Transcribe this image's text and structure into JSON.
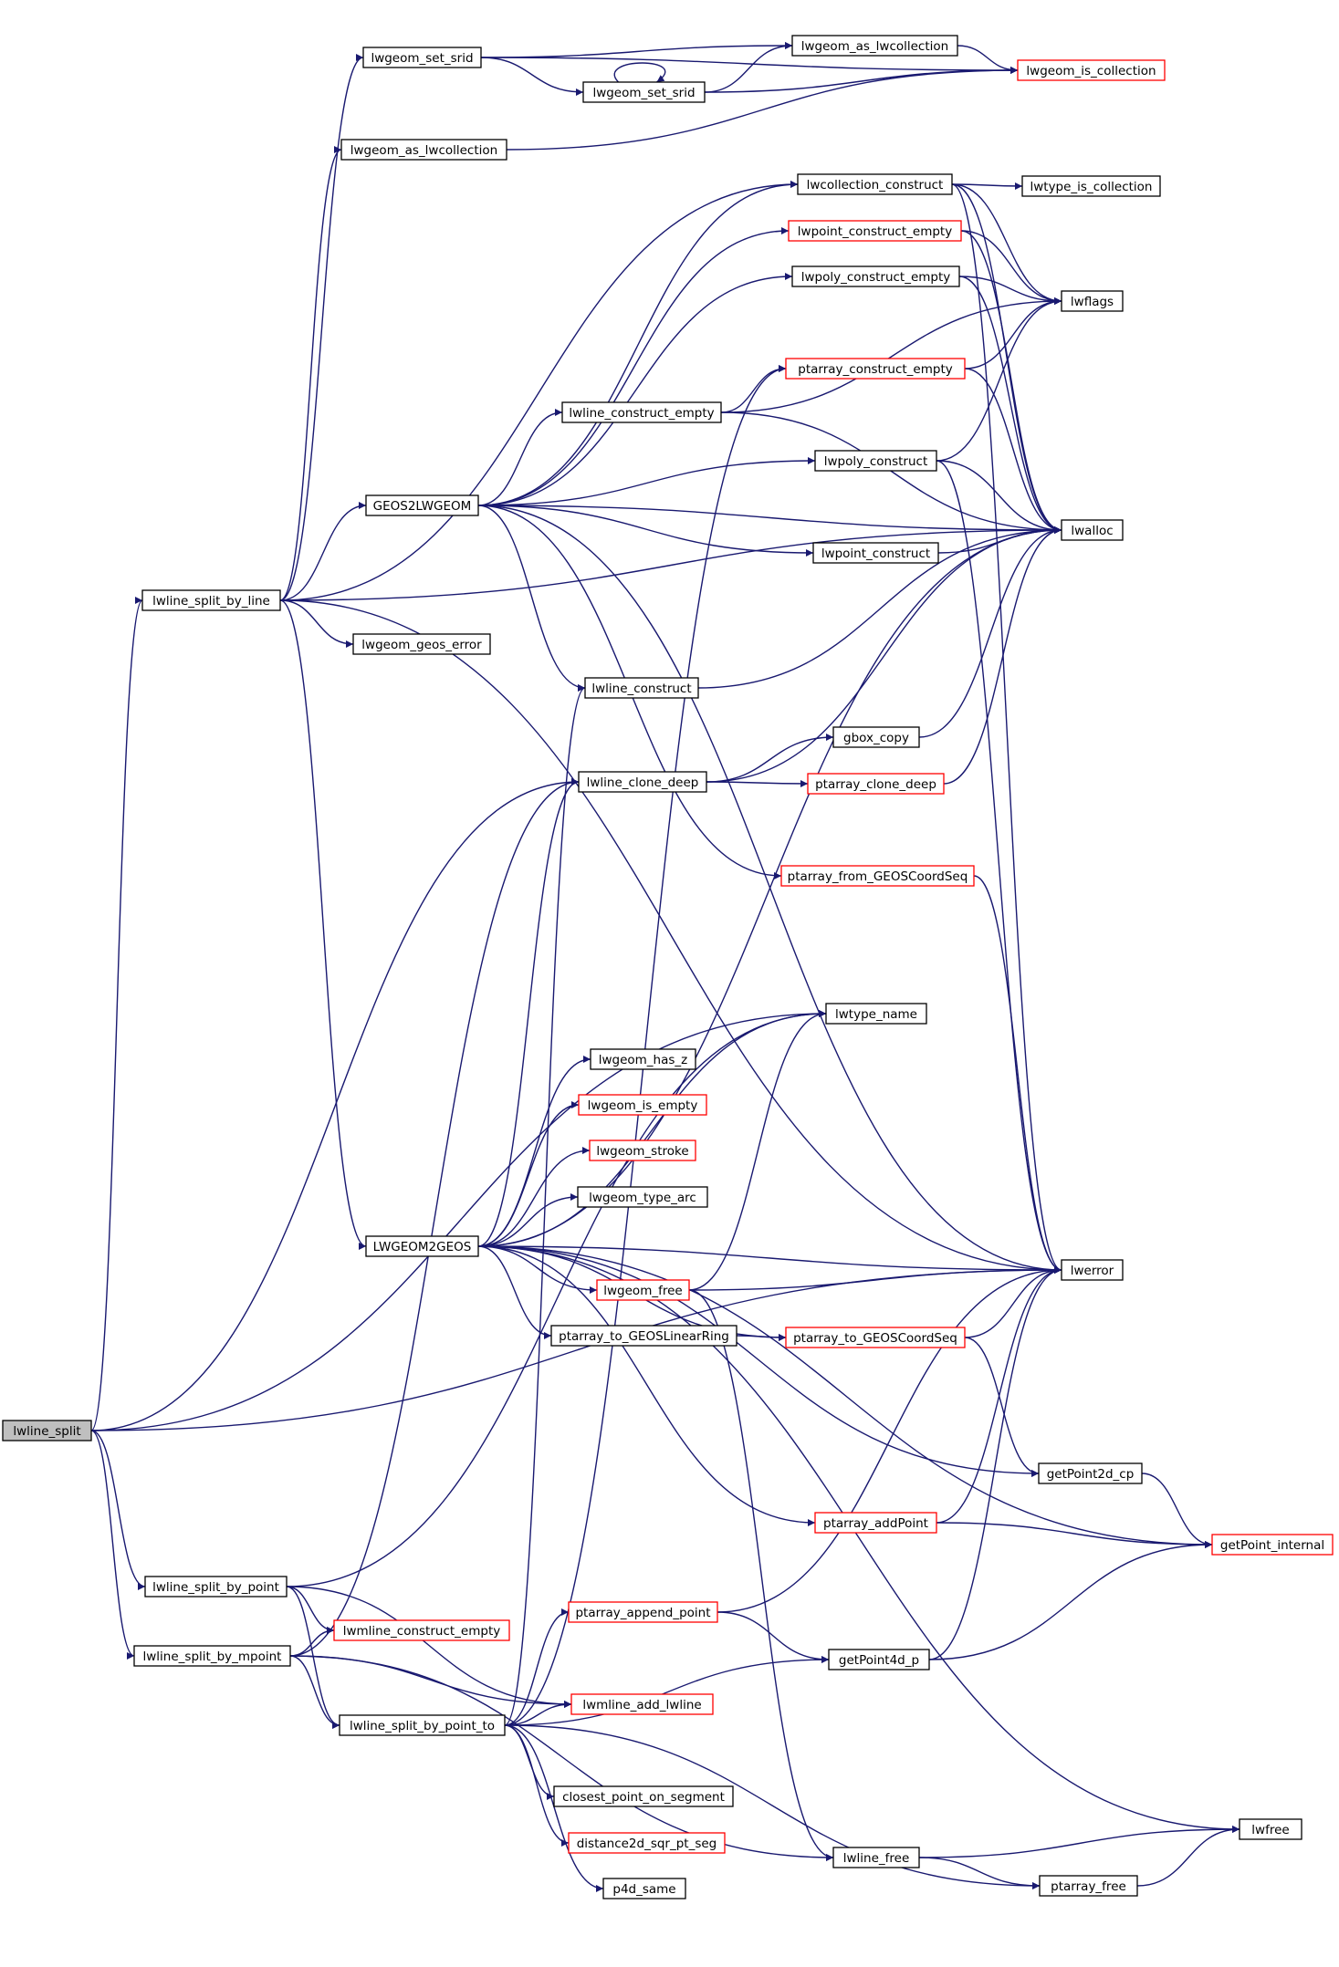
{
  "colors": {
    "edge": "#191970",
    "node_border": "#000000",
    "node_border_truncated": "#ff0000",
    "node_fill": "#ffffff",
    "focus_fill": "#bfbfbf"
  },
  "nodes": [
    {
      "id": "lwline_split",
      "label": "lwline_split",
      "style": "focus"
    },
    {
      "id": "lwline_split_by_line",
      "label": "lwline_split_by_line",
      "style": "normal"
    },
    {
      "id": "lwline_split_by_point",
      "label": "lwline_split_by_point",
      "style": "normal"
    },
    {
      "id": "lwline_split_by_mpoint",
      "label": "lwline_split_by_mpoint",
      "style": "normal"
    },
    {
      "id": "lwgeom_set_srid_a",
      "label": "lwgeom_set_srid",
      "style": "normal"
    },
    {
      "id": "lwgeom_as_lwcollection_a",
      "label": "lwgeom_as_lwcollection",
      "style": "normal"
    },
    {
      "id": "GEOS2LWGEOM",
      "label": "GEOS2LWGEOM",
      "style": "normal"
    },
    {
      "id": "lwgeom_geos_error",
      "label": "lwgeom_geos_error",
      "style": "normal"
    },
    {
      "id": "LWGEOM2GEOS",
      "label": "LWGEOM2GEOS",
      "style": "normal"
    },
    {
      "id": "lwmline_construct_empty",
      "label": "lwmline_construct_empty",
      "style": "truncated"
    },
    {
      "id": "lwline_split_by_point_to",
      "label": "lwline_split_by_point_to",
      "style": "normal"
    },
    {
      "id": "lwgeom_set_srid_b",
      "label": "lwgeom_set_srid",
      "style": "normal"
    },
    {
      "id": "lwline_construct_empty",
      "label": "lwline_construct_empty",
      "style": "normal"
    },
    {
      "id": "lwline_construct",
      "label": "lwline_construct",
      "style": "normal"
    },
    {
      "id": "lwline_clone_deep",
      "label": "lwline_clone_deep",
      "style": "normal"
    },
    {
      "id": "lwgeom_has_z",
      "label": "lwgeom_has_z",
      "style": "normal"
    },
    {
      "id": "lwgeom_is_empty",
      "label": "lwgeom_is_empty",
      "style": "truncated"
    },
    {
      "id": "lwgeom_stroke",
      "label": "lwgeom_stroke",
      "style": "truncated"
    },
    {
      "id": "lwgeom_type_arc",
      "label": "lwgeom_type_arc",
      "style": "normal"
    },
    {
      "id": "lwgeom_free",
      "label": "lwgeom_free",
      "style": "truncated"
    },
    {
      "id": "ptarray_to_GEOSLinearRing",
      "label": "ptarray_to_GEOSLinearRing",
      "style": "normal"
    },
    {
      "id": "ptarray_append_point",
      "label": "ptarray_append_point",
      "style": "truncated"
    },
    {
      "id": "lwmline_add_lwline",
      "label": "lwmline_add_lwline",
      "style": "truncated"
    },
    {
      "id": "closest_point_on_segment",
      "label": "closest_point_on_segment",
      "style": "normal"
    },
    {
      "id": "distance2d_sqr_pt_seg",
      "label": "distance2d_sqr_pt_seg",
      "style": "truncated"
    },
    {
      "id": "p4d_same",
      "label": "p4d_same",
      "style": "normal"
    },
    {
      "id": "lwgeom_as_lwcollection_b",
      "label": "lwgeom_as_lwcollection",
      "style": "normal"
    },
    {
      "id": "lwcollection_construct",
      "label": "lwcollection_construct",
      "style": "normal"
    },
    {
      "id": "lwpoint_construct_empty",
      "label": "lwpoint_construct_empty",
      "style": "truncated"
    },
    {
      "id": "lwpoly_construct_empty",
      "label": "lwpoly_construct_empty",
      "style": "normal"
    },
    {
      "id": "ptarray_construct_empty",
      "label": "ptarray_construct_empty",
      "style": "truncated"
    },
    {
      "id": "lwpoly_construct",
      "label": "lwpoly_construct",
      "style": "normal"
    },
    {
      "id": "lwpoint_construct",
      "label": "lwpoint_construct",
      "style": "normal"
    },
    {
      "id": "gbox_copy",
      "label": "gbox_copy",
      "style": "normal"
    },
    {
      "id": "ptarray_clone_deep",
      "label": "ptarray_clone_deep",
      "style": "truncated"
    },
    {
      "id": "ptarray_from_GEOSCoordSeq",
      "label": "ptarray_from_GEOSCoordSeq",
      "style": "truncated"
    },
    {
      "id": "lwtype_name",
      "label": "lwtype_name",
      "style": "normal"
    },
    {
      "id": "ptarray_to_GEOSCoordSeq",
      "label": "ptarray_to_GEOSCoordSeq",
      "style": "truncated"
    },
    {
      "id": "ptarray_addPoint",
      "label": "ptarray_addPoint",
      "style": "truncated"
    },
    {
      "id": "getPoint4d_p",
      "label": "getPoint4d_p",
      "style": "normal"
    },
    {
      "id": "lwline_free",
      "label": "lwline_free",
      "style": "normal"
    },
    {
      "id": "ptarray_free",
      "label": "ptarray_free",
      "style": "normal"
    },
    {
      "id": "lwgeom_is_collection",
      "label": "lwgeom_is_collection",
      "style": "truncated"
    },
    {
      "id": "lwtype_is_collection",
      "label": "lwtype_is_collection",
      "style": "normal"
    },
    {
      "id": "lwflags",
      "label": "lwflags",
      "style": "normal"
    },
    {
      "id": "lwalloc",
      "label": "lwalloc",
      "style": "normal"
    },
    {
      "id": "lwerror",
      "label": "lwerror",
      "style": "normal"
    },
    {
      "id": "getPoint2d_cp",
      "label": "getPoint2d_cp",
      "style": "normal"
    },
    {
      "id": "getPoint_internal",
      "label": "getPoint_internal",
      "style": "truncated"
    },
    {
      "id": "lwfree",
      "label": "lwfree",
      "style": "normal"
    }
  ],
  "edges": [
    [
      "lwline_split",
      "lwline_split_by_line"
    ],
    [
      "lwline_split",
      "lwline_clone_deep"
    ],
    [
      "lwline_split",
      "lwtype_name"
    ],
    [
      "lwline_split",
      "lwerror"
    ],
    [
      "lwline_split",
      "lwline_split_by_point"
    ],
    [
      "lwline_split",
      "lwline_split_by_mpoint"
    ],
    [
      "lwline_split_by_line",
      "lwgeom_set_srid_a"
    ],
    [
      "lwline_split_by_line",
      "lwgeom_as_lwcollection_a"
    ],
    [
      "lwline_split_by_line",
      "lwcollection_construct"
    ],
    [
      "lwline_split_by_line",
      "GEOS2LWGEOM"
    ],
    [
      "lwline_split_by_line",
      "lwalloc"
    ],
    [
      "lwline_split_by_line",
      "lwgeom_geos_error"
    ],
    [
      "lwline_split_by_line",
      "lwerror"
    ],
    [
      "lwline_split_by_line",
      "LWGEOM2GEOS"
    ],
    [
      "lwline_split_by_point",
      "lwtype_name"
    ],
    [
      "lwline_split_by_point",
      "lwmline_construct_empty"
    ],
    [
      "lwline_split_by_point",
      "lwmline_add_lwline"
    ],
    [
      "lwline_split_by_point",
      "lwline_split_by_point_to"
    ],
    [
      "lwline_split_by_mpoint",
      "lwline_clone_deep"
    ],
    [
      "lwline_split_by_mpoint",
      "lwmline_construct_empty"
    ],
    [
      "lwline_split_by_mpoint",
      "lwmline_add_lwline"
    ],
    [
      "lwline_split_by_mpoint",
      "lwline_split_by_point_to"
    ],
    [
      "lwline_split_by_mpoint",
      "lwline_free"
    ],
    [
      "lwgeom_set_srid_a",
      "lwgeom_as_lwcollection_b"
    ],
    [
      "lwgeom_set_srid_a",
      "lwgeom_set_srid_b"
    ],
    [
      "lwgeom_set_srid_a",
      "lwgeom_is_collection"
    ],
    [
      "lwgeom_set_srid_b",
      "lwgeom_set_srid_b"
    ],
    [
      "lwgeom_set_srid_b",
      "lwgeom_as_lwcollection_b"
    ],
    [
      "lwgeom_set_srid_b",
      "lwgeom_is_collection"
    ],
    [
      "lwgeom_as_lwcollection_b",
      "lwgeom_is_collection"
    ],
    [
      "lwgeom_as_lwcollection_a",
      "lwgeom_is_collection"
    ],
    [
      "lwcollection_construct",
      "lwtype_is_collection"
    ],
    [
      "lwcollection_construct",
      "lwflags"
    ],
    [
      "lwcollection_construct",
      "lwalloc"
    ],
    [
      "lwcollection_construct",
      "lwerror"
    ],
    [
      "lwpoint_construct_empty",
      "lwflags"
    ],
    [
      "lwpoint_construct_empty",
      "lwalloc"
    ],
    [
      "lwpoly_construct_empty",
      "lwflags"
    ],
    [
      "lwpoly_construct_empty",
      "lwalloc"
    ],
    [
      "ptarray_construct_empty",
      "lwflags"
    ],
    [
      "ptarray_construct_empty",
      "lwalloc"
    ],
    [
      "lwline_construct_empty",
      "lwflags"
    ],
    [
      "lwline_construct_empty",
      "ptarray_construct_empty"
    ],
    [
      "lwline_construct_empty",
      "lwalloc"
    ],
    [
      "lwpoly_construct",
      "lwflags"
    ],
    [
      "lwpoly_construct",
      "lwalloc"
    ],
    [
      "lwpoly_construct",
      "lwerror"
    ],
    [
      "lwpoint_construct",
      "lwalloc"
    ],
    [
      "GEOS2LWGEOM",
      "lwcollection_construct"
    ],
    [
      "GEOS2LWGEOM",
      "lwpoint_construct_empty"
    ],
    [
      "GEOS2LWGEOM",
      "lwpoly_construct_empty"
    ],
    [
      "GEOS2LWGEOM",
      "lwline_construct_empty"
    ],
    [
      "GEOS2LWGEOM",
      "lwpoly_construct"
    ],
    [
      "GEOS2LWGEOM",
      "lwalloc"
    ],
    [
      "GEOS2LWGEOM",
      "lwpoint_construct"
    ],
    [
      "GEOS2LWGEOM",
      "lwline_construct"
    ],
    [
      "GEOS2LWGEOM",
      "ptarray_from_GEOSCoordSeq"
    ],
    [
      "GEOS2LWGEOM",
      "lwerror"
    ],
    [
      "lwline_construct",
      "lwalloc"
    ],
    [
      "lwline_clone_deep",
      "gbox_copy"
    ],
    [
      "lwline_clone_deep",
      "ptarray_clone_deep"
    ],
    [
      "lwline_clone_deep",
      "lwalloc"
    ],
    [
      "gbox_copy",
      "lwalloc"
    ],
    [
      "ptarray_clone_deep",
      "lwalloc"
    ],
    [
      "ptarray_from_GEOSCoordSeq",
      "lwerror"
    ],
    [
      "LWGEOM2GEOS",
      "lwtype_name"
    ],
    [
      "LWGEOM2GEOS",
      "lwgeom_has_z"
    ],
    [
      "LWGEOM2GEOS",
      "lwgeom_is_empty"
    ],
    [
      "LWGEOM2GEOS",
      "lwgeom_stroke"
    ],
    [
      "LWGEOM2GEOS",
      "lwgeom_type_arc"
    ],
    [
      "LWGEOM2GEOS",
      "lwerror"
    ],
    [
      "LWGEOM2GEOS",
      "lwgeom_free"
    ],
    [
      "LWGEOM2GEOS",
      "ptarray_to_GEOSLinearRing"
    ],
    [
      "LWGEOM2GEOS",
      "ptarray_to_GEOSCoordSeq"
    ],
    [
      "LWGEOM2GEOS",
      "getPoint2d_cp"
    ],
    [
      "LWGEOM2GEOS",
      "ptarray_addPoint"
    ],
    [
      "LWGEOM2GEOS",
      "getPoint_internal"
    ],
    [
      "LWGEOM2GEOS",
      "lwalloc"
    ],
    [
      "LWGEOM2GEOS",
      "lwline_clone_deep"
    ],
    [
      "LWGEOM2GEOS",
      "lwfree"
    ],
    [
      "lwgeom_free",
      "lwtype_name"
    ],
    [
      "lwgeom_free",
      "lwerror"
    ],
    [
      "lwgeom_free",
      "lwline_free"
    ],
    [
      "ptarray_to_GEOSLinearRing",
      "ptarray_to_GEOSCoordSeq"
    ],
    [
      "ptarray_to_GEOSCoordSeq",
      "lwerror"
    ],
    [
      "ptarray_to_GEOSCoordSeq",
      "getPoint2d_cp"
    ],
    [
      "getPoint2d_cp",
      "getPoint_internal"
    ],
    [
      "ptarray_addPoint",
      "lwerror"
    ],
    [
      "ptarray_addPoint",
      "getPoint_internal"
    ],
    [
      "lwline_split_by_point_to",
      "ptarray_construct_empty"
    ],
    [
      "lwline_split_by_point_to",
      "lwline_construct"
    ],
    [
      "lwline_split_by_point_to",
      "ptarray_append_point"
    ],
    [
      "lwline_split_by_point_to",
      "getPoint4d_p"
    ],
    [
      "lwline_split_by_point_to",
      "lwmline_add_lwline"
    ],
    [
      "lwline_split_by_point_to",
      "closest_point_on_segment"
    ],
    [
      "lwline_split_by_point_to",
      "distance2d_sqr_pt_seg"
    ],
    [
      "lwline_split_by_point_to",
      "p4d_same"
    ],
    [
      "lwline_split_by_point_to",
      "ptarray_free"
    ],
    [
      "ptarray_append_point",
      "getPoint4d_p"
    ],
    [
      "ptarray_append_point",
      "lwerror"
    ],
    [
      "getPoint4d_p",
      "lwerror"
    ],
    [
      "getPoint4d_p",
      "getPoint_internal"
    ],
    [
      "lwline_free",
      "ptarray_free"
    ],
    [
      "lwline_free",
      "lwfree"
    ],
    [
      "ptarray_free",
      "lwfree"
    ]
  ]
}
